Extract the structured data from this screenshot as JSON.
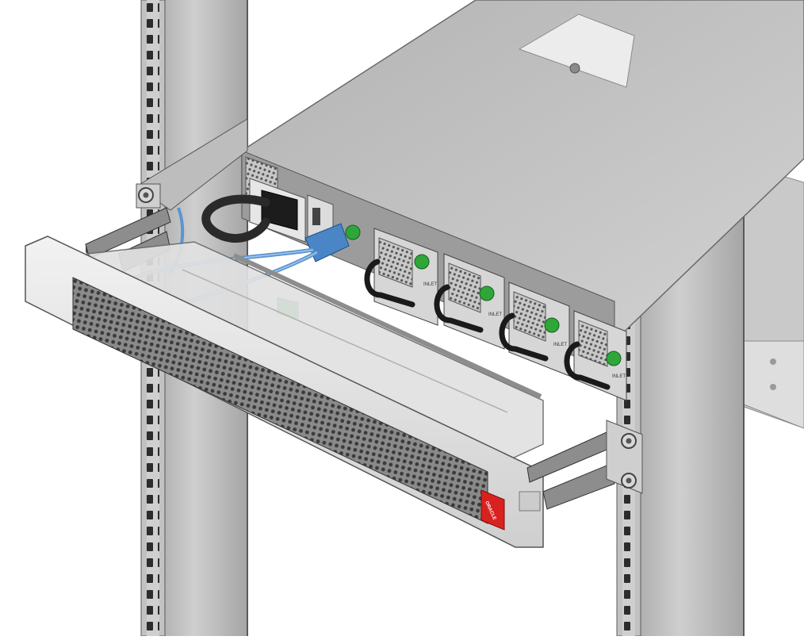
{
  "illustration": {
    "logo_text": "ORACLE",
    "psu_labels": [
      "INLET",
      "INLET",
      "INLET",
      "INLET"
    ]
  },
  "colors": {
    "rail": "#b9b9b9",
    "rail_dark": "#6b6b6b",
    "chassis_top": "#c4c4c4",
    "chassis_side": "#a9a9a9",
    "bezel": "#dcdcdc",
    "logo_red": "#d9211f",
    "cable_blue": "#4a86c6",
    "green": "#2fa63a",
    "handle": "#1a1a1a"
  }
}
